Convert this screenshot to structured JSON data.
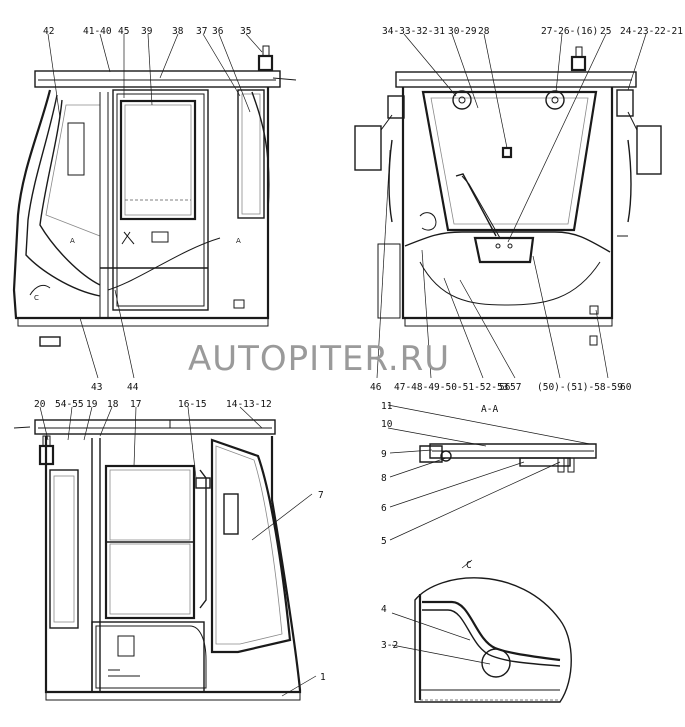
{
  "watermark": "AUTOPITER.RU",
  "section_label": "A-A",
  "view_mark_a": "A",
  "view_mark_c": "C",
  "front_view_callouts": [
    "42",
    "41-40",
    "45",
    "39",
    "38",
    "37",
    "36",
    "35",
    "43",
    "44"
  ],
  "rear_view_callouts": [
    "34-33-32-31",
    "30-29",
    "28",
    "27-26-(16)",
    "25",
    "24-23-22-21",
    "46",
    "47-48-49-50-51-52-53",
    "56",
    "57",
    "(50)-(51)-58-59",
    "60"
  ],
  "side_view_callouts": [
    "20",
    "54-55",
    "19",
    "18",
    "17",
    "16-15",
    "14-13-12",
    "7",
    "1"
  ],
  "section_callouts": [
    "11",
    "10",
    "9",
    "8",
    "6",
    "5"
  ],
  "detail_callouts": [
    "4",
    "3-2"
  ]
}
